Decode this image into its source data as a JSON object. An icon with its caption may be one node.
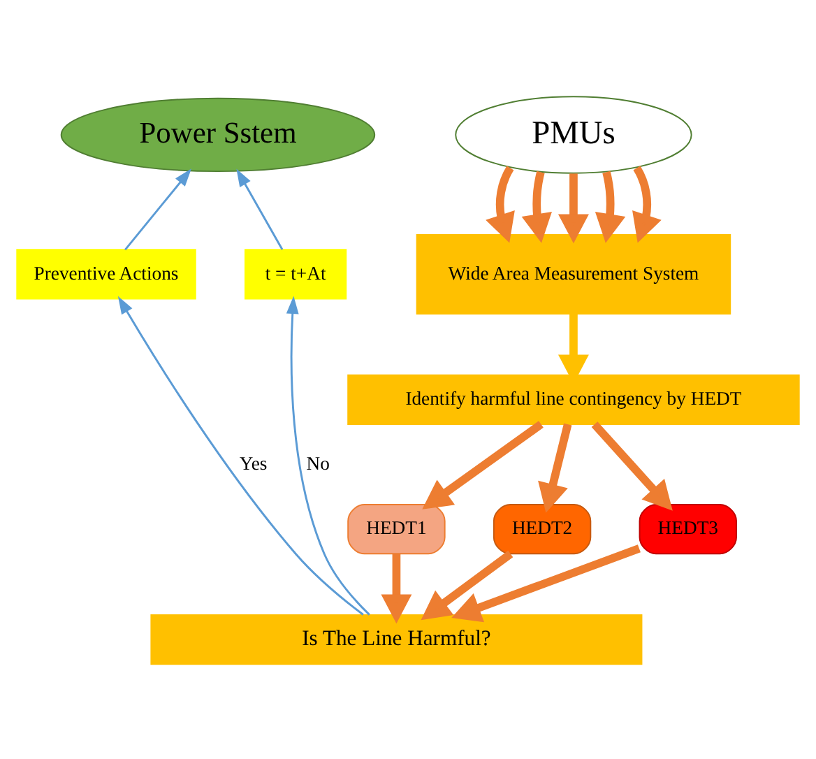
{
  "diagram": {
    "nodes": [
      {
        "text": [
          "Power Sstem"
        ]
      },
      {
        "text": [
          "PMUs"
        ]
      },
      {
        "text": [
          "Wide Area Measurement System"
        ]
      },
      {
        "text": [
          "Identify harmful line contingency by HEDT"
        ]
      },
      {
        "text": [
          "HEDT1"
        ]
      },
      {
        "text": [
          "HEDT2"
        ]
      },
      {
        "text": [
          "HEDT3"
        ]
      },
      {
        "text": [
          "Is The Line Harmful?"
        ]
      },
      {
        "text": [
          "Preventive Actions"
        ]
      },
      {
        "text": [
          "t = t+At"
        ]
      }
    ],
    "edges": [
      {
        "from": 1,
        "to": 2,
        "arrow": "to"
      },
      {
        "from": 1,
        "to": 2,
        "arrow": "to"
      },
      {
        "from": 1,
        "to": 2,
        "arrow": "to"
      },
      {
        "from": 1,
        "to": 2,
        "arrow": "to"
      },
      {
        "from": 1,
        "to": 2,
        "arrow": "to"
      },
      {
        "from": 2,
        "to": 3,
        "arrow": "to",
        "color": "#ffc000"
      },
      {
        "from": 3,
        "to": 4,
        "arrow": "to"
      },
      {
        "from": 3,
        "to": 5,
        "arrow": "to"
      },
      {
        "from": 3,
        "to": 6,
        "arrow": "to"
      },
      {
        "from": 4,
        "to": 7,
        "arrow": "to"
      },
      {
        "from": 5,
        "to": 7,
        "arrow": "to"
      },
      {
        "from": 6,
        "to": 7,
        "arrow": "to"
      },
      {
        "from": 7,
        "to": 8,
        "arrow": "to",
        "label": "Yes",
        "color": "#5b9bd5"
      },
      {
        "from": 8,
        "to": 0,
        "arrow": "to",
        "color": "#5b9bd5"
      },
      {
        "from": 7,
        "to": 9,
        "arrow": "to",
        "label": "No",
        "color": "#5b9bd5"
      },
      {
        "from": 9,
        "to": 0,
        "arrow": "to",
        "color": "#5b9bd5"
      }
    ]
  }
}
